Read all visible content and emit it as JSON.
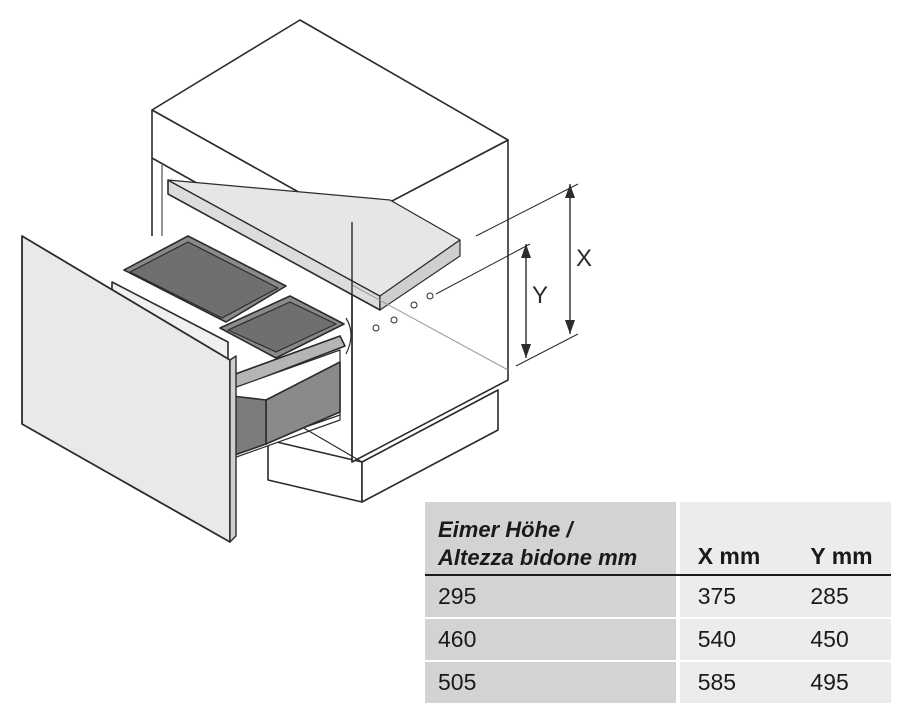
{
  "diagram": {
    "dimension_x_label": "X",
    "dimension_y_label": "Y",
    "colors": {
      "outline": "#2b2b2b",
      "cabinet_fill": "#ffffff",
      "front_panel": "#e9e9e9",
      "bin_fill": "#8a8a8a",
      "bin_dark": "#6f6f6f",
      "shelf_fill": "#dcdcdc"
    }
  },
  "table": {
    "header": {
      "col1_line1": "Eimer Höhe /",
      "col1_line2": "Altezza bidone mm",
      "col2": "X mm",
      "col3": "Y mm"
    },
    "rows": [
      {
        "height": "295",
        "x": "375",
        "y": "285"
      },
      {
        "height": "460",
        "x": "540",
        "y": "450"
      },
      {
        "height": "505",
        "x": "585",
        "y": "495"
      }
    ]
  }
}
